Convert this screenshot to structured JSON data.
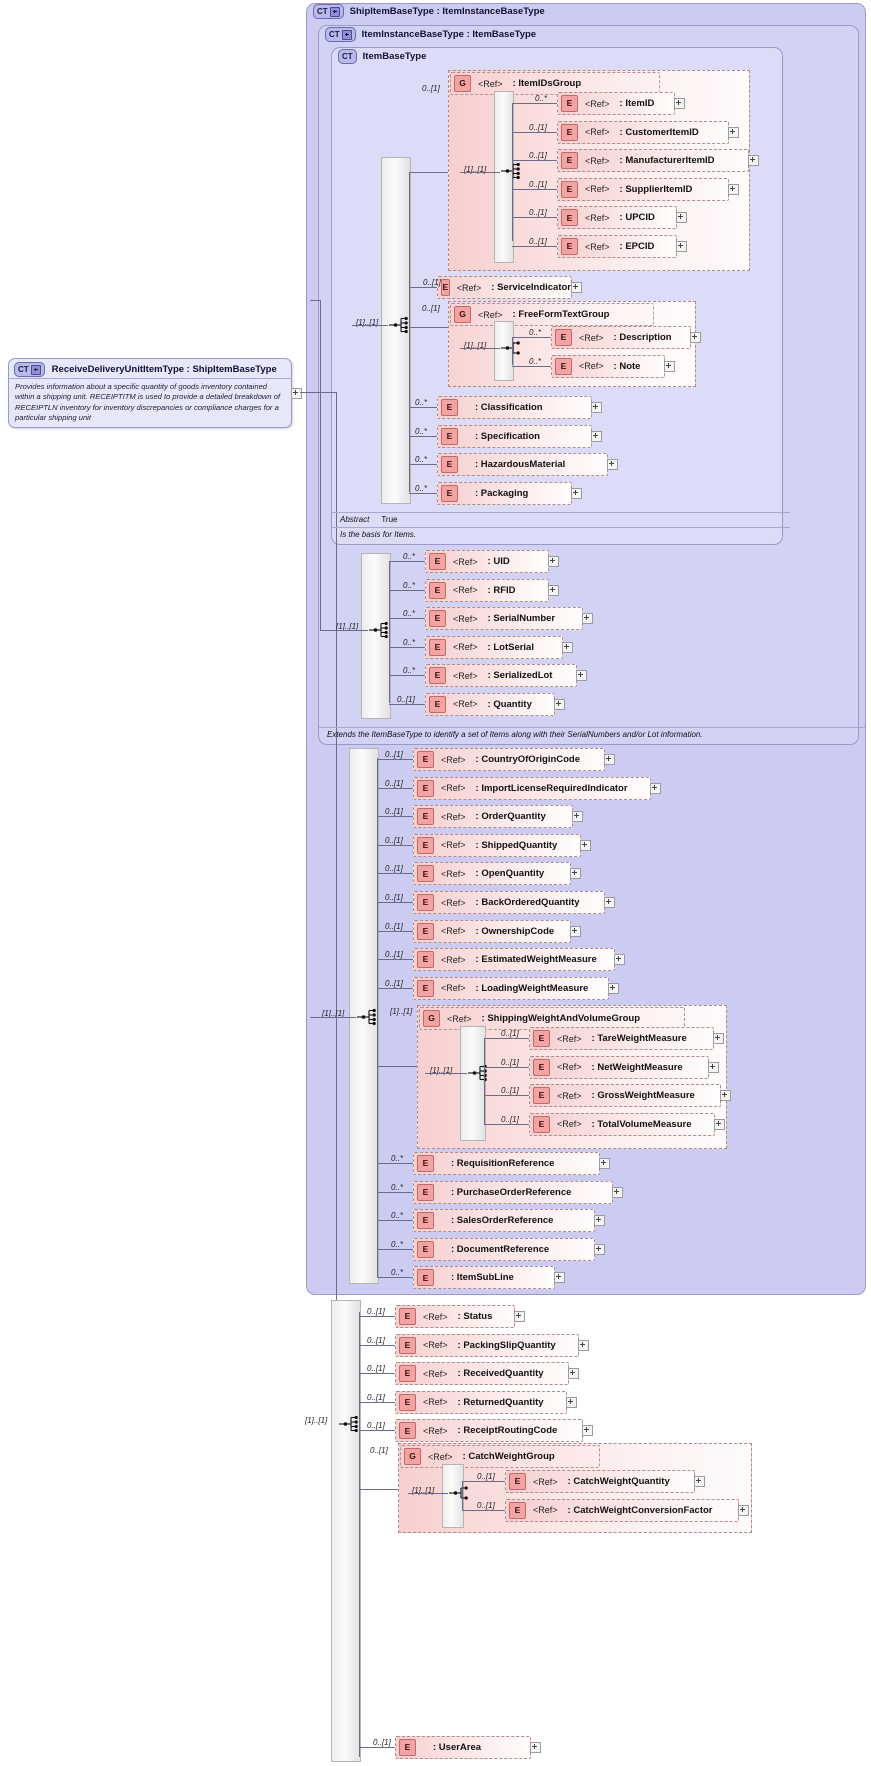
{
  "root": {
    "badge": "CT",
    "title": "ReceiveDeliveryUnitItemType : ShipItemBaseType",
    "documentation": "Provides information about a specific quantity of goods inventory contained within a shipping unit. RECEIPTITM is used to provide a detailed breakdown of RECEIPTLN inventory for inventory discrepancies or compliance charges for a particular shipping unit"
  },
  "containers": {
    "ship": {
      "badge": "CT",
      "title": "ShipItemBaseType : ItemInstanceBaseType"
    },
    "instance": {
      "badge": "CT",
      "title": "ItemInstanceBaseType : ItemBaseType",
      "documentation": "Extends the ItemBaseType to identify a set of Items along with their SerialNumbers and/or Lot information."
    },
    "base": {
      "badge": "CT",
      "title": "ItemBaseType",
      "abstract_key": "Abstract",
      "abstract_value": "True",
      "documentation": "Is the basis for Items."
    }
  },
  "ref_label": "<Ref>",
  "groups": {
    "itemIds": {
      "badge": "G",
      "name": ": ItemIDsGroup",
      "card": "0..[1]",
      "seq_card": "[1]..[1]"
    },
    "freeForm": {
      "badge": "G",
      "name": ": FreeFormTextGroup",
      "card": "0..[1]",
      "seq_card": "[1]..[1]"
    },
    "shipWV": {
      "badge": "G",
      "name": ": ShippingWeightAndVolumeGroup",
      "card": "[1]..[1]",
      "seq_card": "[1]..[1]"
    },
    "catchW": {
      "badge": "G",
      "name": ": CatchWeightGroup",
      "card": "0..[1]",
      "seq_card": "[1]..[1]"
    }
  },
  "sequences": {
    "base": "[1]..[1]",
    "instance": "[1]..[1]",
    "ship": "[1]..[1]",
    "root": "[1]..[1]"
  },
  "nodes": {
    "itemIds": [
      {
        "badge": "E",
        "card": "0..*",
        "name": ": ItemID"
      },
      {
        "badge": "E",
        "card": "0..[1]",
        "name": ": CustomerItemID"
      },
      {
        "badge": "E",
        "card": "0..[1]",
        "name": ": ManufacturerItemID"
      },
      {
        "badge": "E",
        "card": "0..[1]",
        "name": ": SupplierItemID"
      },
      {
        "badge": "E",
        "card": "0..[1]",
        "name": ": UPCID"
      },
      {
        "badge": "E",
        "card": "0..[1]",
        "name": ": EPCID"
      }
    ],
    "freeForm": [
      {
        "badge": "E",
        "card": "0..*",
        "name": ": Description"
      },
      {
        "badge": "E",
        "card": "0..*",
        "name": ": Note"
      }
    ],
    "base": [
      {
        "badge": "E",
        "card": "0..[1]",
        "name": ": ServiceIndicator"
      },
      {
        "badge": "E",
        "card": "0..*",
        "name": ": Classification"
      },
      {
        "badge": "E",
        "card": "0..*",
        "name": ": Specification"
      },
      {
        "badge": "E",
        "card": "0..*",
        "name": ": HazardousMaterial"
      },
      {
        "badge": "E",
        "card": "0..*",
        "name": ": Packaging"
      }
    ],
    "instance": [
      {
        "badge": "E",
        "card": "0..*",
        "name": ": UID"
      },
      {
        "badge": "E",
        "card": "0..*",
        "name": ": RFID"
      },
      {
        "badge": "E",
        "card": "0..*",
        "name": ": SerialNumber"
      },
      {
        "badge": "E",
        "card": "0..*",
        "name": ": LotSerial"
      },
      {
        "badge": "E",
        "card": "0..*",
        "name": ": SerializedLot"
      },
      {
        "badge": "E",
        "card": "0..[1]",
        "name": ": Quantity"
      }
    ],
    "ship": [
      {
        "badge": "E",
        "card": "0..[1]",
        "name": ": CountryOfOriginCode"
      },
      {
        "badge": "E",
        "card": "0..[1]",
        "name": ": ImportLicenseRequiredIndicator"
      },
      {
        "badge": "E",
        "card": "0..[1]",
        "name": ": OrderQuantity"
      },
      {
        "badge": "E",
        "card": "0..[1]",
        "name": ": ShippedQuantity"
      },
      {
        "badge": "E",
        "card": "0..[1]",
        "name": ": OpenQuantity"
      },
      {
        "badge": "E",
        "card": "0..[1]",
        "name": ": BackOrderedQuantity"
      },
      {
        "badge": "E",
        "card": "0..[1]",
        "name": ": OwnershipCode"
      },
      {
        "badge": "E",
        "card": "0..[1]",
        "name": ": EstimatedWeightMeasure"
      },
      {
        "badge": "E",
        "card": "0..[1]",
        "name": ": LoadingWeightMeasure"
      }
    ],
    "shipWV": [
      {
        "badge": "E",
        "card": "0..[1]",
        "name": ": TareWeightMeasure"
      },
      {
        "badge": "E",
        "card": "0..[1]",
        "name": ": NetWeightMeasure"
      },
      {
        "badge": "E",
        "card": "0..[1]",
        "name": ": GrossWeightMeasure"
      },
      {
        "badge": "E",
        "card": "0..[1]",
        "name": ": TotalVolumeMeasure"
      }
    ],
    "shipTail": [
      {
        "badge": "E",
        "card": "0..*",
        "name": ": RequisitionReference"
      },
      {
        "badge": "E",
        "card": "0..*",
        "name": ": PurchaseOrderReference"
      },
      {
        "badge": "E",
        "card": "0..*",
        "name": ": SalesOrderReference"
      },
      {
        "badge": "E",
        "card": "0..*",
        "name": ": DocumentReference"
      },
      {
        "badge": "E",
        "card": "0..*",
        "name": ": ItemSubLine"
      }
    ],
    "rootTop": [
      {
        "badge": "E",
        "card": "0..[1]",
        "name": ": Status"
      },
      {
        "badge": "E",
        "card": "0..[1]",
        "name": ": PackingSlipQuantity"
      },
      {
        "badge": "E",
        "card": "0..[1]",
        "name": ": ReceivedQuantity"
      },
      {
        "badge": "E",
        "card": "0..[1]",
        "name": ": ReturnedQuantity"
      },
      {
        "badge": "E",
        "card": "0..[1]",
        "name": ": ReceiptRoutingCode"
      }
    ],
    "catchW": [
      {
        "badge": "E",
        "card": "0..[1]",
        "name": ": CatchWeightQuantity"
      },
      {
        "badge": "E",
        "card": "0..[1]",
        "name": ": CatchWeightConversionFactor"
      }
    ],
    "rootTail": [
      {
        "badge": "E",
        "card": "0..[1]",
        "name": ": UserArea"
      }
    ]
  }
}
